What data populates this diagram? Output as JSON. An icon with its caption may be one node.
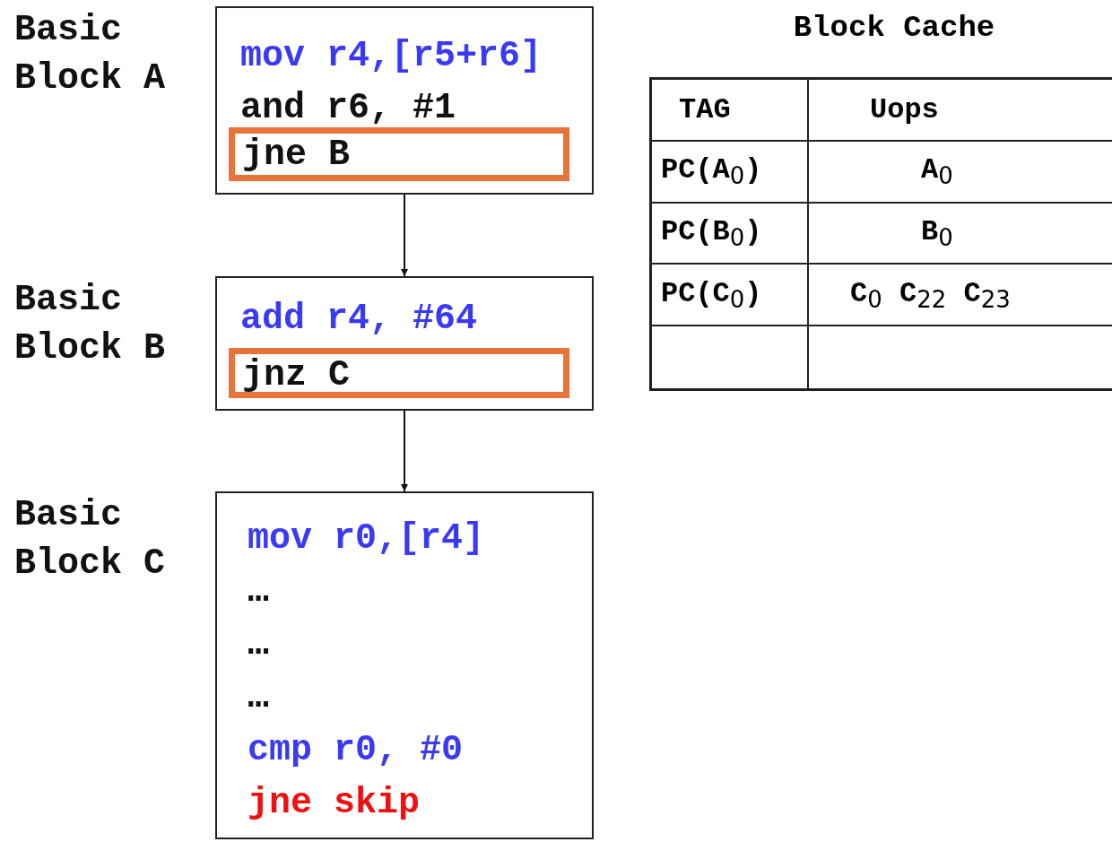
{
  "diagram": {
    "nodes": [
      {
        "text": [
          "Basic Block A",
          "mov r4,[r5+r6]",
          "and r6, #1"
        ]
      },
      {
        "text": [
          "jne B"
        ],
        "in": 0
      },
      {
        "text": [
          "Basic Block B",
          "add r4, #64"
        ]
      },
      {
        "text": [
          "jnz C"
        ],
        "in": 2
      },
      {
        "text": [
          "Basic Block C",
          "mov r0,[r4]",
          "…",
          "…",
          "…",
          "cmp r0, #0",
          "jne skip"
        ]
      }
    ],
    "edges": [
      {
        "from": 0,
        "to": 2,
        "arrow": "to"
      },
      {
        "from": 2,
        "to": 4,
        "arrow": "to"
      }
    ],
    "labels": [
      "Block Cache",
      "TAG",
      "Uops",
      "PC(A$_{0}$)",
      "A$_{0}$",
      "PC(B$_{0}$)",
      "B$_{0}$",
      "PC(C$_{0}$)",
      "C$_{0}$ C$_{22}$ C$_{23}$"
    ]
  }
}
